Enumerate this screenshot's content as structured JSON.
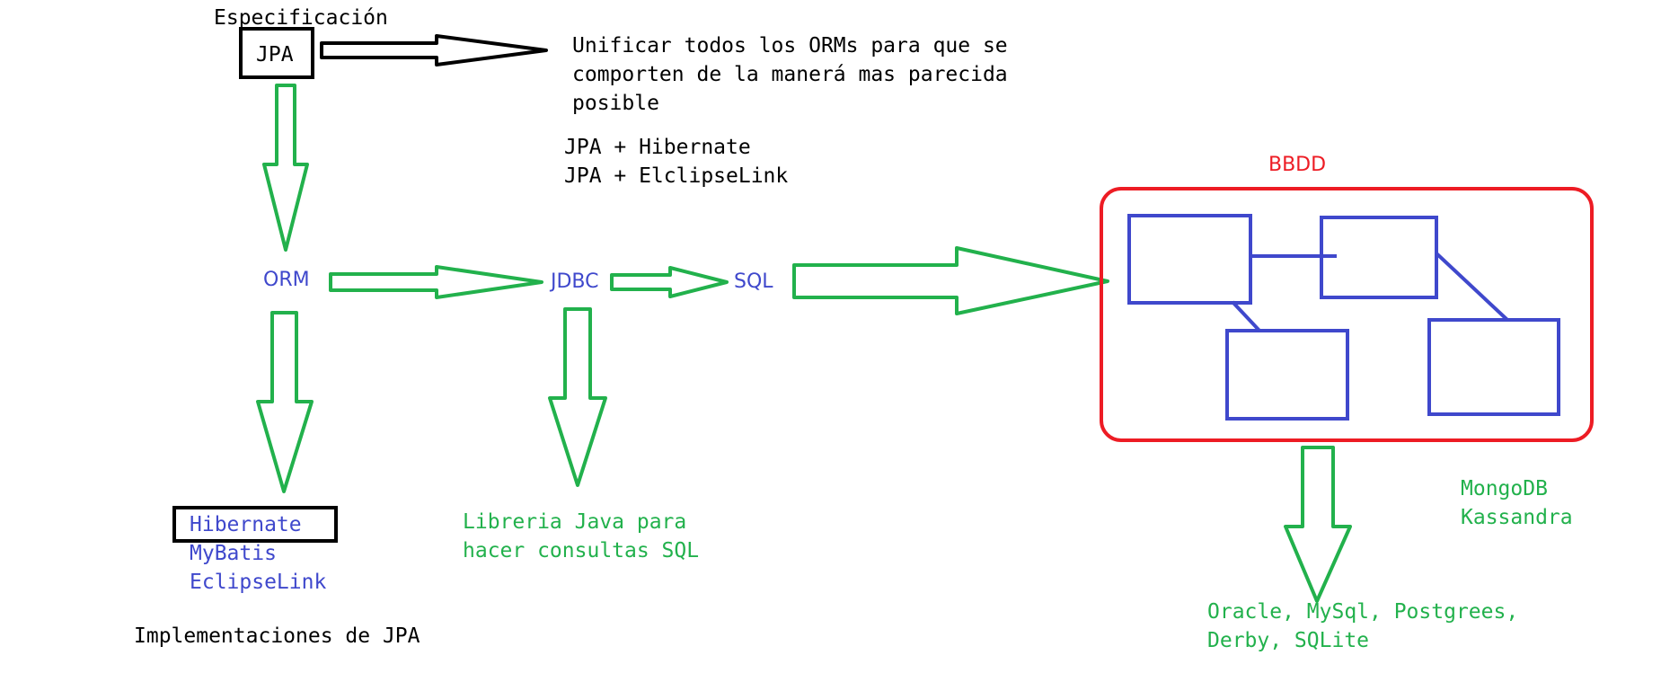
{
  "colors": {
    "green": "#22b14c",
    "blue": "#3f48cc",
    "red": "#ed1c24",
    "black": "#000000"
  },
  "spec": {
    "label": "Especificación",
    "jpa": "JPA"
  },
  "unificar": {
    "lines": [
      "Unificar todos los ORMs para que se",
      "comporten de la manerá mas parecida",
      "posible"
    ]
  },
  "combos": [
    "JPA + Hibernate",
    "JPA + ElclipseLink"
  ],
  "nodes": {
    "orm": "ORM",
    "jdbc": "JDBC",
    "sql": "SQL",
    "bbdd": "BBDD"
  },
  "implementations": {
    "items": [
      "Hibernate",
      "MyBatis",
      "EclipseLink"
    ],
    "caption": "Implementaciones de JPA"
  },
  "jdbc_desc": [
    "Libreria Java para",
    "hacer consultas SQL"
  ],
  "nosql": [
    "MongoDB",
    "Kassandra"
  ],
  "databases": [
    "Oracle, MySql, Postgrees,",
    "Derby, SQLite"
  ]
}
